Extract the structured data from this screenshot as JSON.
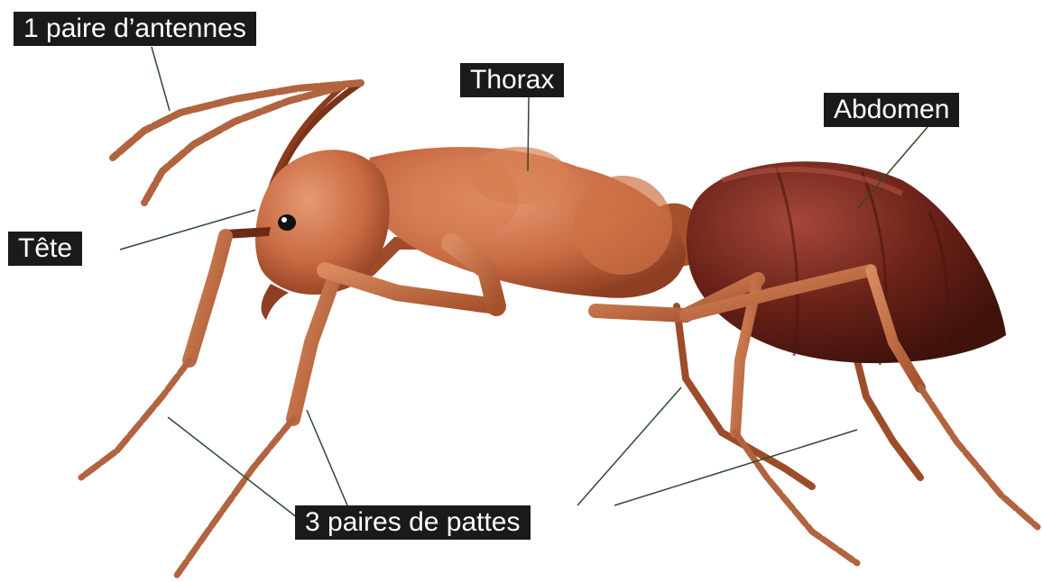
{
  "labels": {
    "antennae": "1 paire d’antennes",
    "thorax": "Thorax",
    "abdomen": "Abdomen",
    "head": "Tête",
    "legs": "3 paires de pattes"
  },
  "colors": {
    "label_bg": "#1a1a1a",
    "label_text": "#ffffff",
    "leader_line": "#2f4a2f",
    "body_orange": "#c86a42",
    "body_shadow": "#8e3f22",
    "abdomen_dark": "#6a2218",
    "eye": "#111111"
  },
  "illustration": "ant-side-view"
}
